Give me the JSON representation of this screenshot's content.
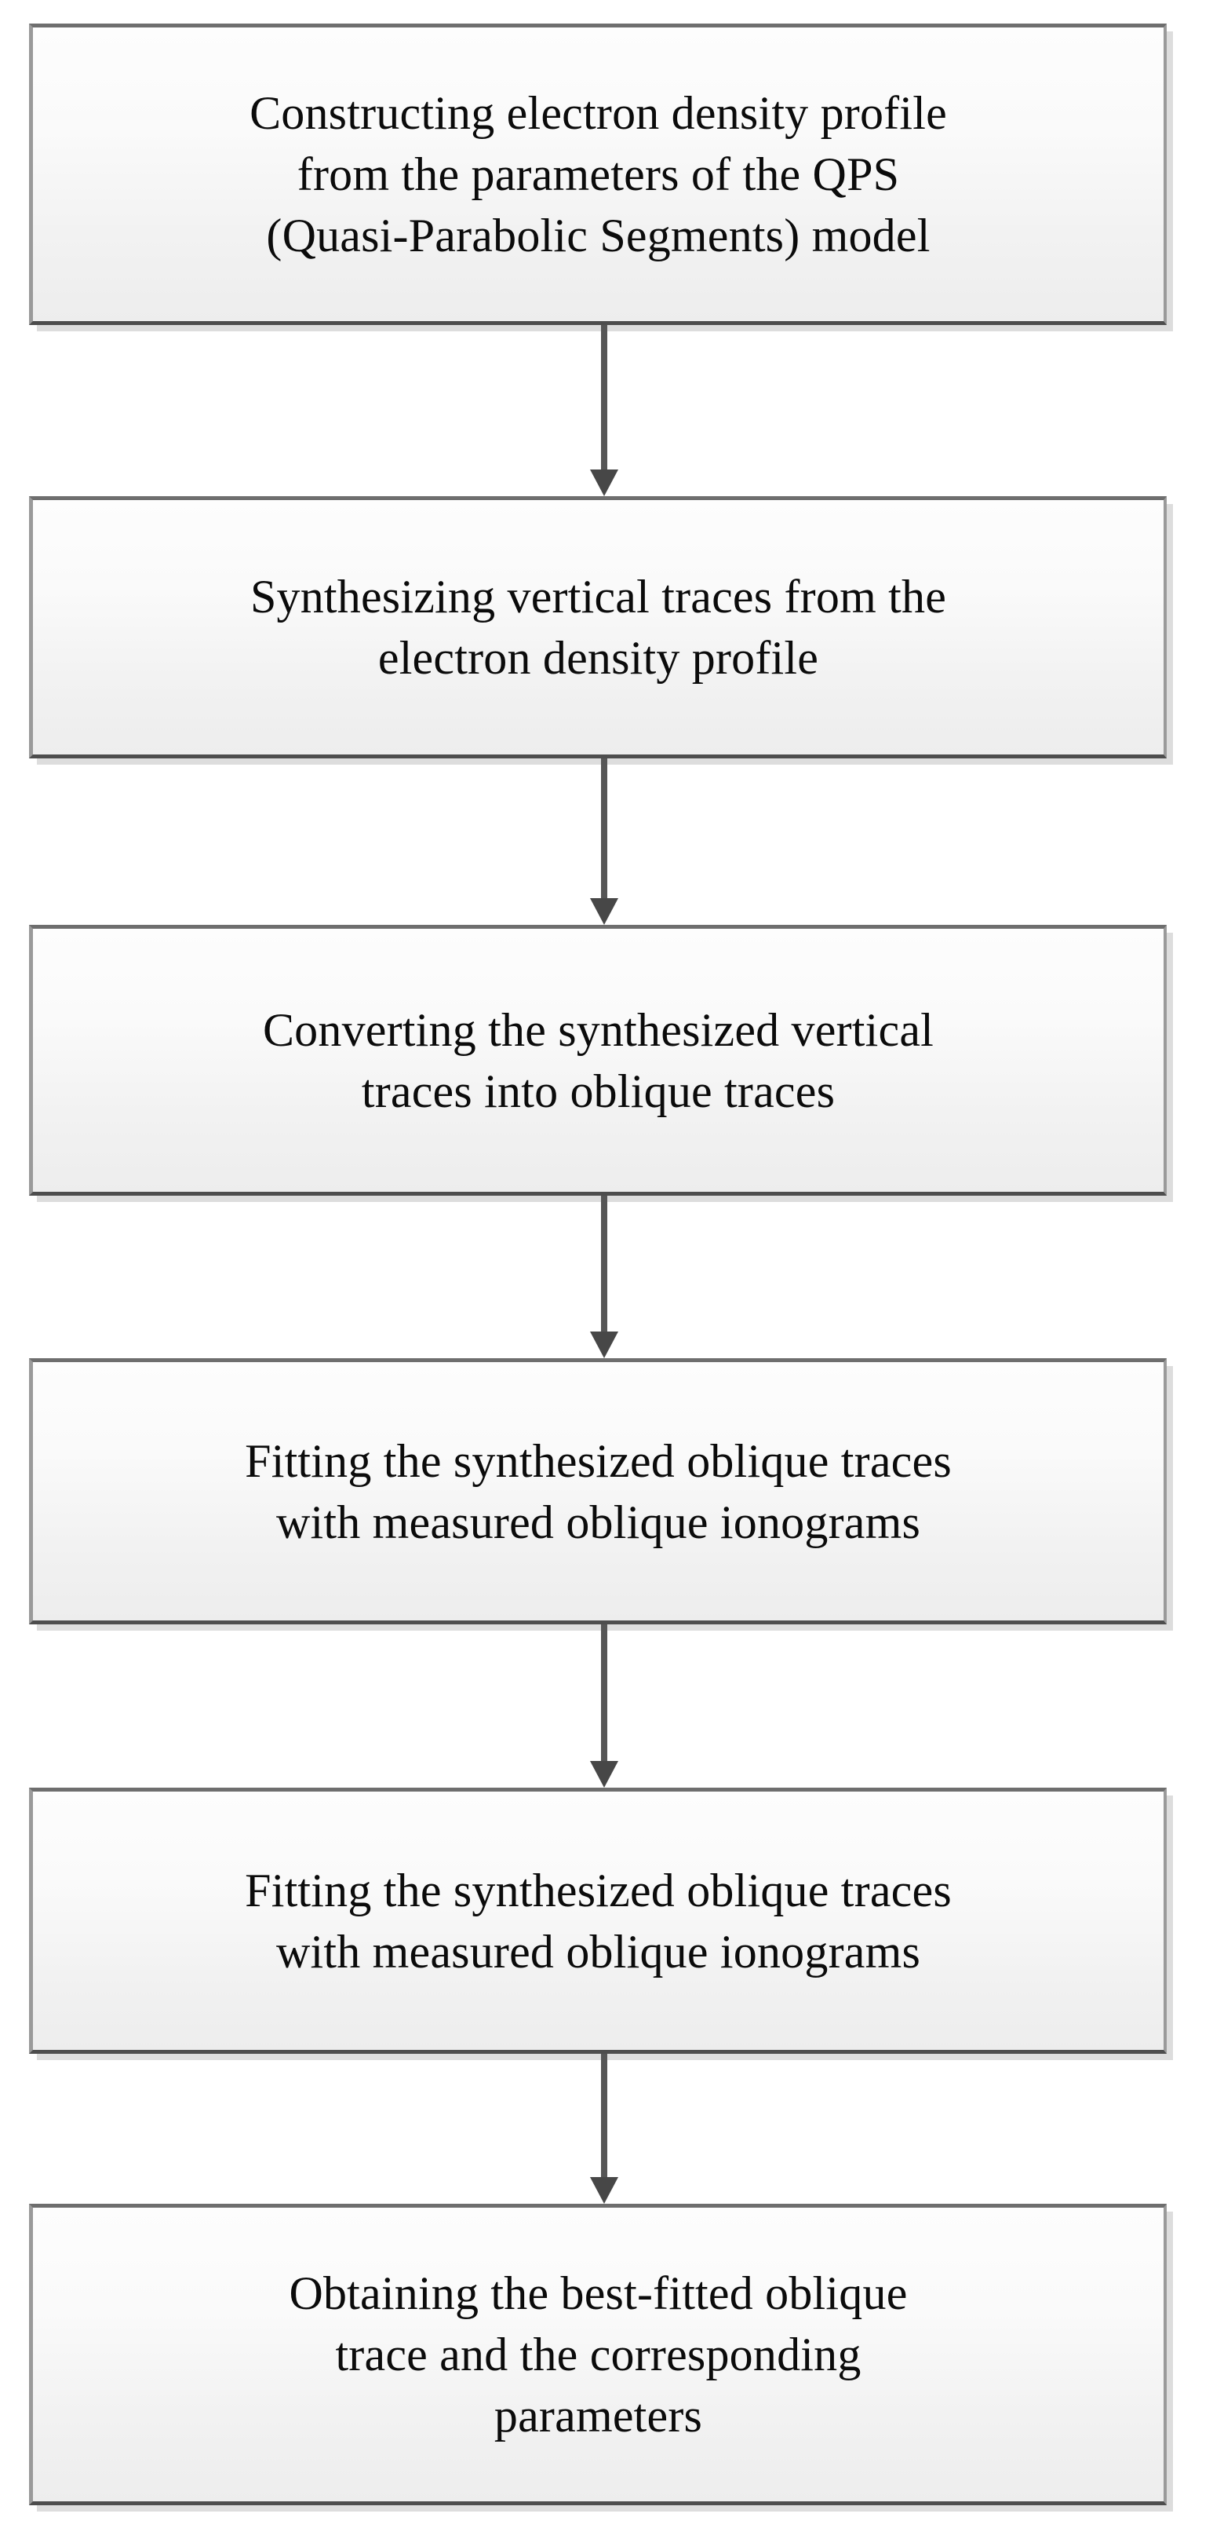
{
  "diagram": {
    "title": "QPS-based oblique ionogram inversion workflow",
    "orientation": "vertical-top-to-bottom",
    "node_count": 6,
    "edge_count": 5,
    "colors": {
      "box_fill_top": "#fdfdfd",
      "box_fill_bottom": "#ededed",
      "box_border_top": "#6e6e6e",
      "box_border_side": "#9a9a9a",
      "box_border_bottom": "#4d4d4d",
      "box_shadow": "#d7d7d7",
      "arrow": "#565656",
      "arrow_head": "#474747",
      "text": "#0b0b0b",
      "background": "#ffffff"
    },
    "nodes": [
      {
        "id": "node-1",
        "name": "construct-electron-density-profile",
        "text": "Constructing electron density profile\nfrom the parameters of the QPS\n(Quasi-Parabolic Segments) model"
      },
      {
        "id": "node-2",
        "name": "synthesize-vertical-traces",
        "text": "Synthesizing vertical traces from the\nelectron density profile"
      },
      {
        "id": "node-3",
        "name": "convert-vertical-to-oblique",
        "text": "Converting the synthesized vertical\ntraces into oblique traces"
      },
      {
        "id": "node-4",
        "name": "fit-oblique-traces-first",
        "text": "Fitting the synthesized oblique traces\nwith measured oblique ionograms"
      },
      {
        "id": "node-5",
        "name": "fit-oblique-traces-second",
        "text": "Fitting the synthesized oblique traces\nwith measured oblique ionograms"
      },
      {
        "id": "node-6",
        "name": "obtain-best-fitted-trace",
        "text": "Obtaining the best-fitted oblique\ntrace and the corresponding\nparameters"
      }
    ],
    "edges": [
      {
        "id": "edge-1",
        "name": "arrow-node1-to-node2",
        "from": "node-1",
        "to": "node-2",
        "icon": "arrow-down-icon"
      },
      {
        "id": "edge-2",
        "name": "arrow-node2-to-node3",
        "from": "node-2",
        "to": "node-3",
        "icon": "arrow-down-icon"
      },
      {
        "id": "edge-3",
        "name": "arrow-node3-to-node4",
        "from": "node-3",
        "to": "node-4",
        "icon": "arrow-down-icon"
      },
      {
        "id": "edge-4",
        "name": "arrow-node4-to-node5",
        "from": "node-4",
        "to": "node-5",
        "icon": "arrow-down-icon"
      },
      {
        "id": "edge-5",
        "name": "arrow-node5-to-node6",
        "from": "node-5",
        "to": "node-6",
        "icon": "arrow-down-icon"
      }
    ]
  }
}
